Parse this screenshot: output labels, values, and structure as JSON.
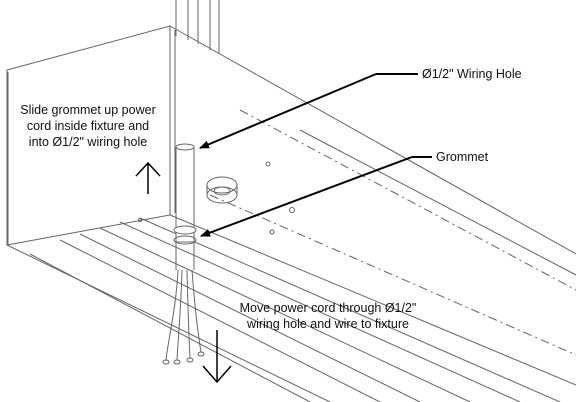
{
  "callouts": {
    "wiring_hole": "Ø1/2\" Wiring Hole",
    "grommet": "Grommet"
  },
  "instructions": {
    "slide_grommet": [
      "Slide grommet up power",
      "cord inside fixture and",
      "into Ø1/2\" wiring hole"
    ],
    "move_cord": [
      "Move power cord through Ø1/2\"",
      "wiring hole and wire to fixture"
    ]
  },
  "colors": {
    "line": "#555555",
    "arrow": "#000000",
    "background": "#ffffff"
  }
}
